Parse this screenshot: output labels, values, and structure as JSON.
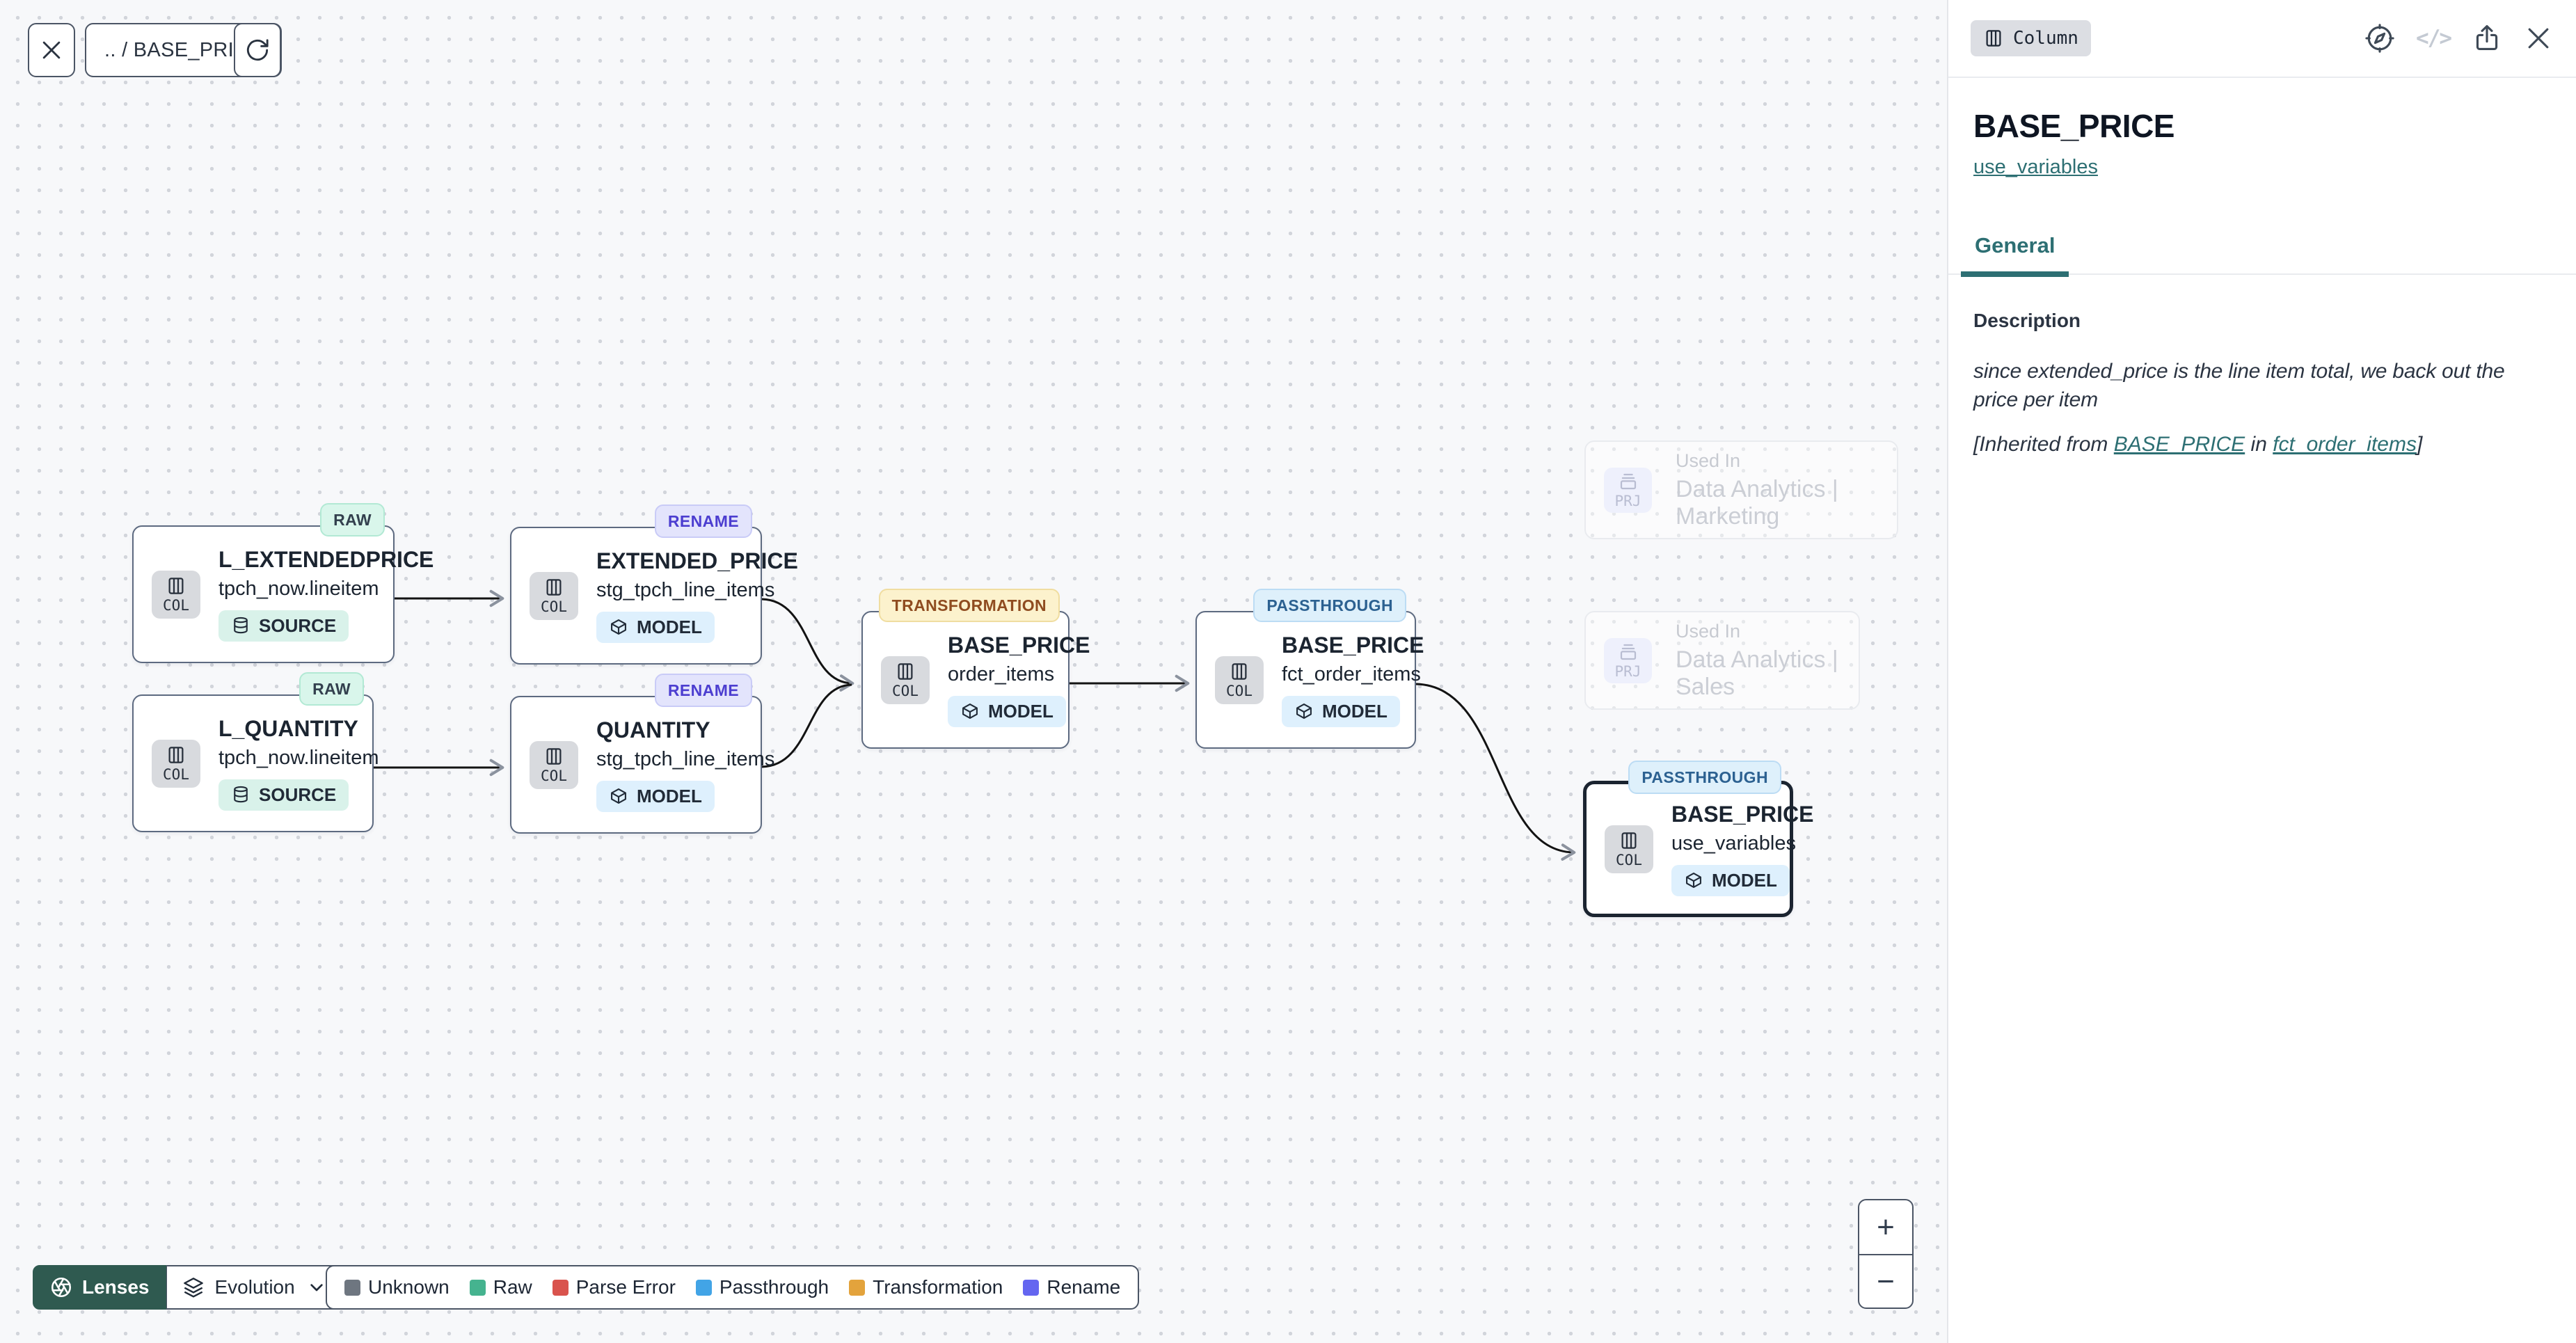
{
  "toolbar": {
    "breadcrumb": ".. / BASE_PRICE"
  },
  "canvas": {
    "nodes": [
      {
        "badge": "RAW",
        "title": "L_EXTENDEDPRICE",
        "subtitle": "tpch_now.lineitem",
        "chip": "COL",
        "kind": "SOURCE"
      },
      {
        "badge": "RENAME",
        "title": "EXTENDED_PRICE",
        "subtitle": "stg_tpch_line_items",
        "chip": "COL",
        "kind": "MODEL"
      },
      {
        "badge": "RAW",
        "title": "L_QUANTITY",
        "subtitle": "tpch_now.lineitem",
        "chip": "COL",
        "kind": "SOURCE"
      },
      {
        "badge": "RENAME",
        "title": "QUANTITY",
        "subtitle": "stg_tpch_line_items",
        "chip": "COL",
        "kind": "MODEL"
      },
      {
        "badge": "TRANSFORMATION",
        "title": "BASE_PRICE",
        "subtitle": "order_items",
        "chip": "COL",
        "kind": "MODEL"
      },
      {
        "badge": "PASSTHROUGH",
        "title": "BASE_PRICE",
        "subtitle": "fct_order_items",
        "chip": "COL",
        "kind": "MODEL"
      },
      {
        "badge": "PASSTHROUGH",
        "title": "BASE_PRICE",
        "subtitle": "use_variables",
        "chip": "COL",
        "kind": "MODEL"
      }
    ],
    "ghosts": [
      {
        "chip": "PRJ",
        "label": "Used In",
        "project": "Data Analytics | Marketing"
      },
      {
        "chip": "PRJ",
        "label": "Used In",
        "project": "Data Analytics | Sales"
      }
    ],
    "zoom_controls": {
      "zoom_in": "+",
      "zoom_out": "−"
    }
  },
  "footer": {
    "lenses_label": "Lenses",
    "lens_selector_value": "Evolution",
    "legend": {
      "items": [
        {
          "label": "Unknown",
          "color": "#6e7680"
        },
        {
          "label": "Raw",
          "color": "#45b38f"
        },
        {
          "label": "Parse Error",
          "color": "#d9534d"
        },
        {
          "label": "Passthrough",
          "color": "#42a4e6"
        },
        {
          "label": "Transformation",
          "color": "#e3a33c"
        },
        {
          "label": "Rename",
          "color": "#6466f0"
        }
      ]
    }
  },
  "panel": {
    "type_badge": "Column",
    "title": "BASE_PRICE",
    "model_link": "use_variables",
    "tabs": [
      {
        "label": "General",
        "active": true
      }
    ],
    "description": {
      "heading": "Description",
      "text": "since extended_price is the line item total, we back out the price per item",
      "inherited_prefix": "[Inherited from ",
      "inherited_link1": "BASE_PRICE",
      "inherited_middle": " in ",
      "inherited_link2": "fct_order_items",
      "inherited_suffix": "]"
    }
  },
  "icons": {
    "code": "</>",
    "close": "✕"
  },
  "colors": {
    "accent_teal": "#2d6f73",
    "lenses_button_bg": "#2f5a50",
    "canvas_bg": "#f7f8fa",
    "node_border": "#5d6a80",
    "selected_node_border": "#1b2430",
    "badge_raw_bg": "#d9f6eb",
    "badge_rename_bg": "#e3e4fc",
    "badge_transformation_bg": "#fcf2cd",
    "badge_passthrough_bg": "#def0fb",
    "pill_source_bg": "#d9f2ea",
    "pill_model_bg": "#def0fd"
  }
}
